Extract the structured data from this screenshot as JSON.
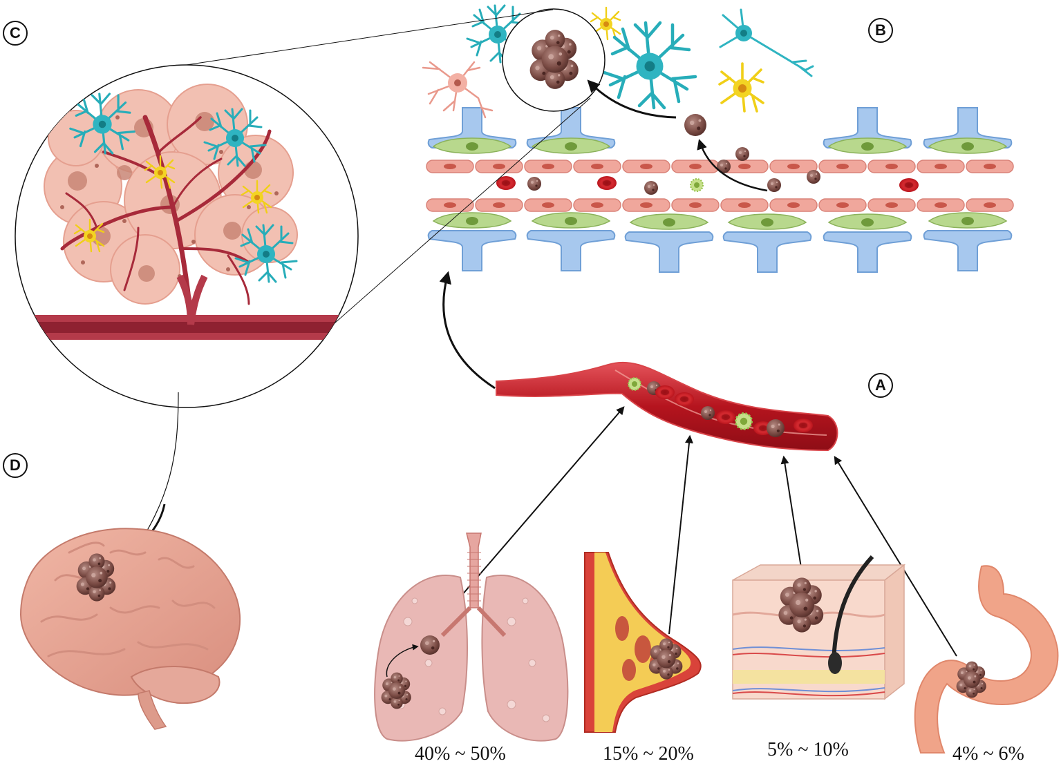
{
  "panels": {
    "a": "A",
    "b": "B",
    "c": "C",
    "d": "D"
  },
  "percentages": {
    "lung": "40% ~ 50%",
    "breast": "15% ~ 20%",
    "skin": "5% ~ 10%",
    "stomach": "4% ~ 6%"
  },
  "colors": {
    "vessel_wall": "#e8a197",
    "blood_vessel": "#c8232c",
    "tumor_cell": "#8a5a52",
    "astrocyte": "#2ab3bf",
    "microglia": "#f2d21a",
    "pericyte": "#9cc36b",
    "endfoot": "#8fb8e3",
    "organ_pink": "#e8b3ae"
  },
  "icons": [
    "neuron-icon",
    "astrocyte-icon",
    "microglia-icon",
    "tumor-cluster-icon",
    "red-blood-cell-icon",
    "platelet-icon",
    "lung-icon",
    "breast-icon",
    "skin-icon",
    "stomach-icon",
    "brain-icon"
  ]
}
